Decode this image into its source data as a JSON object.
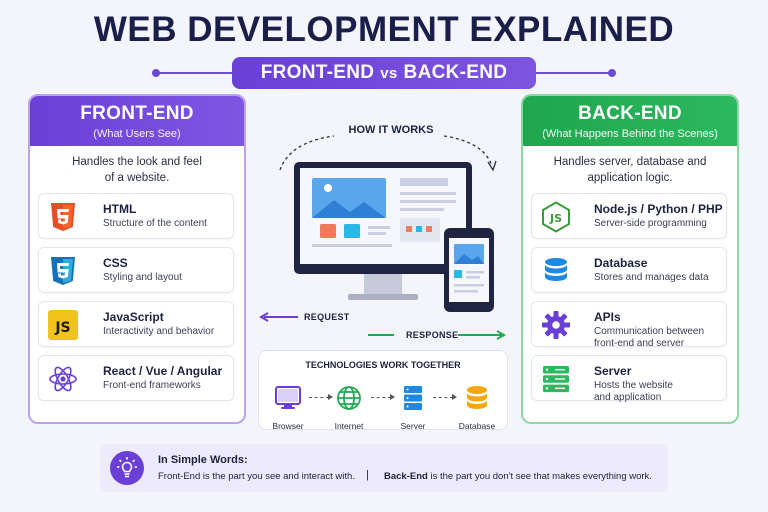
{
  "title": "WEB DEVELOPMENT EXPLAINED",
  "subtitle": {
    "left": "FRONT-END",
    "vs": "vs",
    "right": "BACK-END"
  },
  "front": {
    "heading": "FRONT-END",
    "sub": "(What Users See)",
    "desc_line1": "Handles the look and feel",
    "desc_line2": "of a website.",
    "items": [
      {
        "title": "HTML",
        "desc": "Structure of the content",
        "icon": "html5-icon"
      },
      {
        "title": "CSS",
        "desc": "Styling and layout",
        "icon": "css3-icon"
      },
      {
        "title": "JavaScript",
        "desc": "Interactivity and behavior",
        "icon": "js-icon"
      },
      {
        "title": "React / Vue / Angular",
        "desc": "Front-end frameworks",
        "icon": "react-icon"
      }
    ]
  },
  "back": {
    "heading": "BACK-END",
    "sub": "(What Happens Behind the Scenes)",
    "desc_line1": "Handles server, database and",
    "desc_line2": "application logic.",
    "items": [
      {
        "title": "Node.js / Python / PHP",
        "desc": "Server-side programming",
        "icon": "nodejs-icon"
      },
      {
        "title": "Database",
        "desc": "Stores and manages data",
        "icon": "database-icon"
      },
      {
        "title": "APIs",
        "desc_line1": "Communication between",
        "desc_line2": "front-end and server",
        "icon": "gear-icon"
      },
      {
        "title": "Server",
        "desc_line1": "Hosts the website",
        "desc_line2": "and application",
        "icon": "server-icon"
      }
    ]
  },
  "how": {
    "label": "HOW IT WORKS",
    "request": "REQUEST",
    "response": "RESPONSE"
  },
  "tech": {
    "title": "TECHNOLOGIES WORK TOGETHER",
    "nodes": [
      "Browser",
      "Internet",
      "Server",
      "Database"
    ]
  },
  "simple": {
    "title": "In Simple Words:",
    "left": "Front-End is the part you see and interact with.",
    "sep": "|",
    "right_bold": "Back-End",
    "right_rest": " is the part you don't see that makes everything work."
  },
  "colors": {
    "purple": "#6a3fd6",
    "green": "#22a853",
    "navy": "#1a1f4a"
  }
}
